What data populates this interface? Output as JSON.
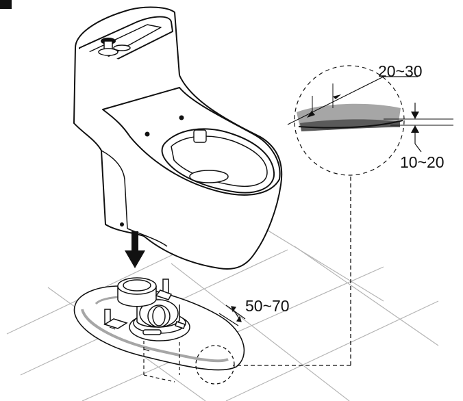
{
  "labels": {
    "gap_top": "20~30",
    "gap_bottom": "10~20",
    "offset": "50~70"
  },
  "colors": {
    "line": "#111111",
    "sealant": "#a6a6a6",
    "sealant_dark": "#5a5a5a",
    "floor_grid": "#b5b5b5",
    "toilet_fill": "#ffffff"
  }
}
